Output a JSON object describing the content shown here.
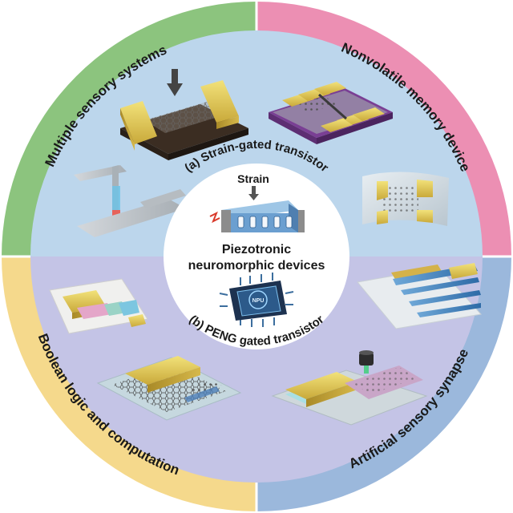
{
  "center": {
    "title_line1": "Piezotronic",
    "title_line2": "neuromorphic devices",
    "strain_label": "Strain",
    "npu_label": "NPU"
  },
  "inner_labels": {
    "top": "(a) Strain-gated transistor",
    "bottom": "(b) PENG gated transistor"
  },
  "quadrants": {
    "top_left": "Multiple sensory systems",
    "top_right": "Nonvolatile memory device",
    "bottom_left": "Boolean logic and computation",
    "bottom_right": "Artificial sensory synapse"
  },
  "colors": {
    "top_left_ring": "#8cc47e",
    "top_right_ring": "#ec8fb3",
    "bottom_left_ring": "#f5d98c",
    "bottom_right_ring": "#9bb8dc",
    "top_inner": "#bcd6ec",
    "bottom_inner": "#c4c4e6",
    "center": "#ffffff"
  },
  "icons": [
    "arrow-down-icon",
    "chip-npu-icon"
  ]
}
